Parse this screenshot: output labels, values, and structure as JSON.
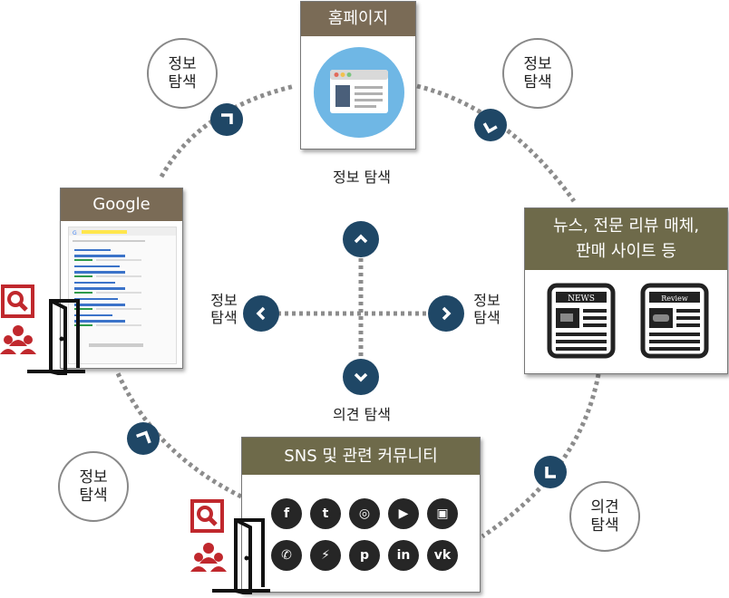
{
  "homepage": {
    "title": "홈페이지"
  },
  "google": {
    "title": "Google"
  },
  "news_card": {
    "title_line1": "뉴스, 전문 리뷰 매체,",
    "title_line2": "판매 사이트 등",
    "news_label": "NEWS",
    "review_label": "Review"
  },
  "sns_card": {
    "title": "SNS 및 관련 커뮤니티"
  },
  "center": {
    "top": "정보 탐색",
    "left": "정보\n탐색",
    "right": "정보\n탐색",
    "bottom": "의견 탐색"
  },
  "bubbles": {
    "top_left": "정보\n탐색",
    "top_right": "정보\n탐색",
    "bottom_left": "정보\n탐색",
    "bottom_right": "의견\n탐색"
  },
  "social_icons": [
    "facebook-icon",
    "twitter-icon",
    "instagram-icon",
    "youtube-icon",
    "twitch-icon",
    "whatsapp-icon",
    "messenger-icon",
    "pinterest-icon",
    "linkedin-icon",
    "vk-icon"
  ],
  "colors": {
    "node": "#1f4766",
    "header_brown": "#7a6b56",
    "header_olive": "#6e6a4a",
    "search_red": "#c0282d"
  }
}
